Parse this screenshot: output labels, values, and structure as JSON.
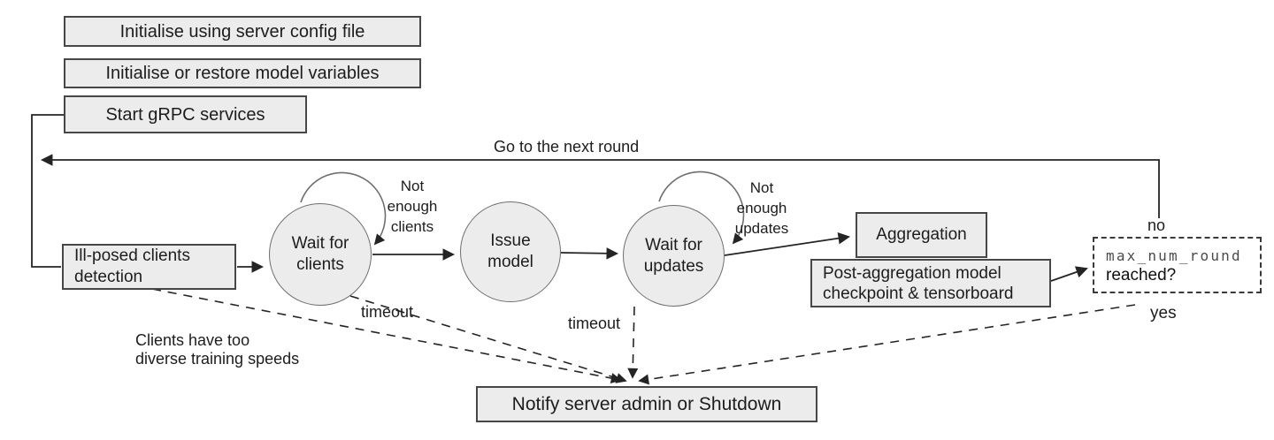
{
  "diagram": {
    "boxes": {
      "init_config": "Initialise using server config file",
      "init_model": "Initialise or restore model variables",
      "start_grpc": "Start gRPC services",
      "ill_posed": "Ill-posed clients\ndetection",
      "aggregation": "Aggregation",
      "post_aggregation": "Post-aggregation model\ncheckpoint & tensorboard",
      "max_round_line1": "max_num_round",
      "max_round_line2": "reached?",
      "notify": "Notify server admin or Shutdown"
    },
    "states": {
      "wait_clients": "Wait for\nclients",
      "issue_model": "Issue\nmodel",
      "wait_updates": "Wait for\nupdates"
    },
    "edge_labels": {
      "go_next_round": "Go to the next round",
      "not_enough_clients": "Not\nenough\nclients",
      "not_enough_updates": "Not\nenough\nupdates",
      "timeout_clients": "timeout",
      "timeout_updates": "timeout",
      "no": "no",
      "yes": "yes",
      "diverse_speeds": "Clients have too\ndiverse training speeds"
    },
    "colors": {
      "node_fill": "#ececec",
      "node_border": "#474747",
      "circle_border": "#6f6f6f",
      "edge": "#242424",
      "text": "#1d1d1d",
      "mono_text": "#4a4a4a"
    }
  }
}
